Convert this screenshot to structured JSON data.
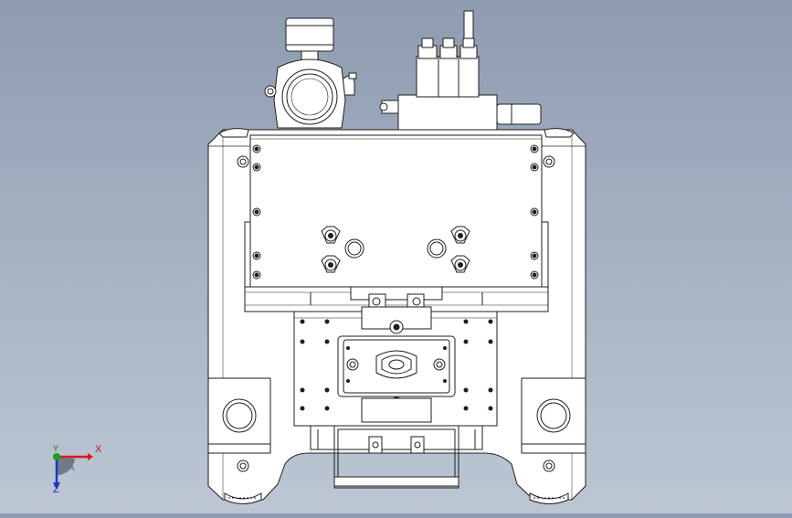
{
  "viewport": {
    "background_top": "#8e9bb0",
    "background_bottom": "#bcc6d3",
    "line_color": "#1e1e1e",
    "part_fill": "#ffffff"
  },
  "triad": {
    "x_label": "X",
    "y_label": "Y",
    "z_label": "Z",
    "x_color": "#e0151b",
    "y_color": "#18a018",
    "z_color": "#2136c8"
  }
}
